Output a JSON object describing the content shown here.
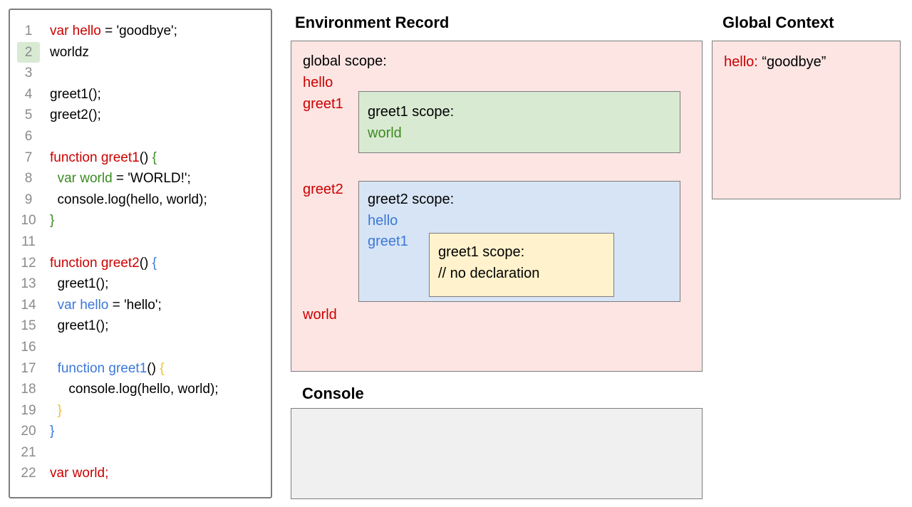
{
  "colors": {
    "red": "#cc0000",
    "green": "#3d8b22",
    "blue": "#3c78d8",
    "yellow": "#f1c232",
    "pink_bg": "#fce5e3",
    "green_bg": "#d9ead3",
    "blue_bg": "#d7e4f5",
    "yellow_bg": "#fff2cc",
    "console_bg": "#f0f0f0",
    "border": "#7d7d7d",
    "line_num": "#8b8b8b",
    "highlight_bg": "#d9ead3"
  },
  "headings": {
    "environment_record": "Environment Record",
    "global_context": "Global Context",
    "console": "Console"
  },
  "code": {
    "lines": [
      {
        "num": "1",
        "segments": [
          {
            "color": "red",
            "text": "var hello"
          },
          {
            "color": "black",
            "text": " = 'goodbye';"
          }
        ]
      },
      {
        "num": "2",
        "highlight": true,
        "segments": [
          {
            "color": "black",
            "text": "worldz"
          }
        ]
      },
      {
        "num": "3",
        "segments": []
      },
      {
        "num": "4",
        "segments": [
          {
            "color": "black",
            "text": "greet1();"
          }
        ]
      },
      {
        "num": "5",
        "segments": [
          {
            "color": "black",
            "text": "greet2();"
          }
        ]
      },
      {
        "num": "6",
        "segments": []
      },
      {
        "num": "7",
        "segments": [
          {
            "color": "red",
            "text": "function greet1"
          },
          {
            "color": "black",
            "text": "() "
          },
          {
            "color": "green",
            "text": "{"
          }
        ]
      },
      {
        "num": "8",
        "segments": [
          {
            "color": "black",
            "text": "  "
          },
          {
            "color": "green",
            "text": "var world"
          },
          {
            "color": "black",
            "text": " = 'WORLD!';"
          }
        ]
      },
      {
        "num": "9",
        "segments": [
          {
            "color": "black",
            "text": "  console.log(hello, world);"
          }
        ]
      },
      {
        "num": "10",
        "segments": [
          {
            "color": "green",
            "text": "}"
          }
        ]
      },
      {
        "num": "11",
        "segments": []
      },
      {
        "num": "12",
        "segments": [
          {
            "color": "red",
            "text": "function greet2"
          },
          {
            "color": "black",
            "text": "() "
          },
          {
            "color": "blue",
            "text": "{"
          }
        ]
      },
      {
        "num": "13",
        "segments": [
          {
            "color": "black",
            "text": "  greet1();"
          }
        ]
      },
      {
        "num": "14",
        "segments": [
          {
            "color": "black",
            "text": "  "
          },
          {
            "color": "blue",
            "text": "var hello"
          },
          {
            "color": "black",
            "text": " = 'hello';"
          }
        ]
      },
      {
        "num": "15",
        "segments": [
          {
            "color": "black",
            "text": "  greet1();"
          }
        ]
      },
      {
        "num": "16",
        "segments": []
      },
      {
        "num": "17",
        "segments": [
          {
            "color": "black",
            "text": "  "
          },
          {
            "color": "blue",
            "text": "function greet1"
          },
          {
            "color": "black",
            "text": "() "
          },
          {
            "color": "yellow",
            "text": "{"
          }
        ]
      },
      {
        "num": "18",
        "segments": [
          {
            "color": "black",
            "text": "     console.log(hello, world);"
          }
        ]
      },
      {
        "num": "19",
        "segments": [
          {
            "color": "black",
            "text": "  "
          },
          {
            "color": "yellow",
            "text": "}"
          }
        ]
      },
      {
        "num": "20",
        "segments": [
          {
            "color": "blue",
            "text": "}"
          }
        ]
      },
      {
        "num": "21",
        "segments": []
      },
      {
        "num": "22",
        "segments": [
          {
            "color": "red",
            "text": "var world;"
          }
        ]
      }
    ]
  },
  "environment_record": {
    "global_scope": {
      "label": "global scope:",
      "vars": [
        "hello",
        "greet1",
        "greet2",
        "world"
      ]
    },
    "greet1_scope": {
      "label": "greet1 scope:",
      "vars": [
        "world"
      ]
    },
    "greet2_scope": {
      "label": "greet2 scope:",
      "vars": [
        "hello",
        "greet1"
      ],
      "inner_greet1_scope": {
        "label": "greet1 scope:",
        "comment": "// no declaration"
      }
    }
  },
  "global_context": {
    "entries": [
      {
        "key": "hello:",
        "value": "“goodbye”"
      }
    ]
  }
}
